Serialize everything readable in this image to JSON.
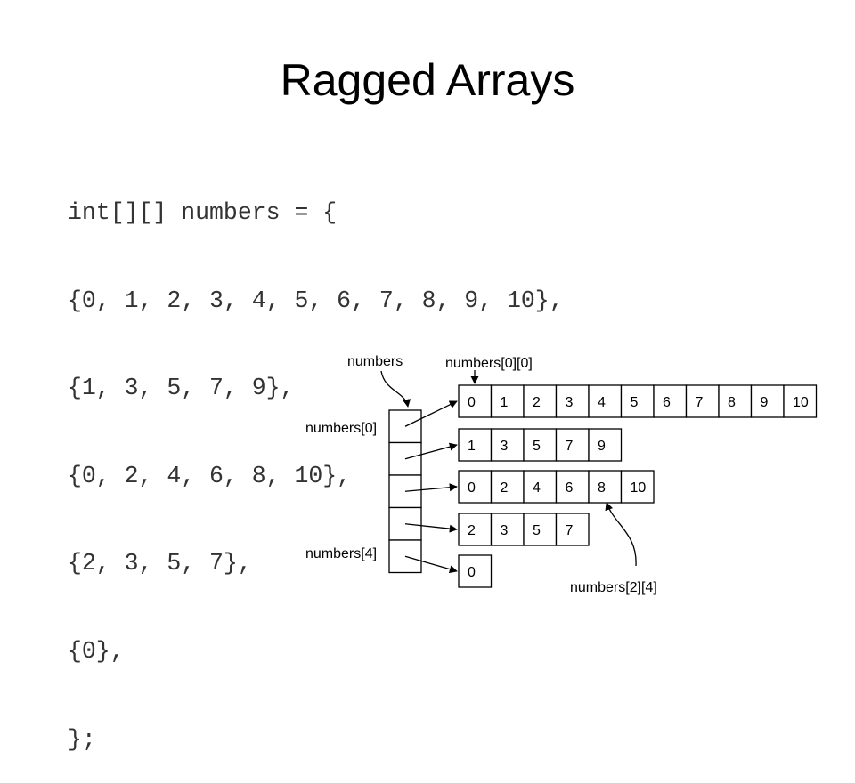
{
  "slide": {
    "title": "Ragged Arrays"
  },
  "code": {
    "lines": [
      "int[][] numbers = {",
      "{0, 1, 2, 3, 4, 5, 6, 7, 8, 9, 10},",
      "{1, 3, 5, 7, 9},",
      "{0, 2, 4, 6, 8, 10},",
      "{2, 3, 5, 7},",
      "{0},",
      "};"
    ]
  },
  "diagram": {
    "labels": {
      "numbers": "numbers",
      "numbers_0_0": "numbers[0][0]",
      "numbers_0": "numbers[0]",
      "numbers_4": "numbers[4]",
      "numbers_2_4": "numbers[2][4]"
    },
    "rows": [
      [
        "0",
        "1",
        "2",
        "3",
        "4",
        "5",
        "6",
        "7",
        "8",
        "9",
        "10"
      ],
      [
        "1",
        "3",
        "5",
        "7",
        "9"
      ],
      [
        "0",
        "2",
        "4",
        "6",
        "8",
        "10"
      ],
      [
        "2",
        "3",
        "5",
        "7"
      ],
      [
        "0"
      ]
    ],
    "colors": {
      "stroke": "#000000",
      "code_text": "#333333"
    }
  }
}
